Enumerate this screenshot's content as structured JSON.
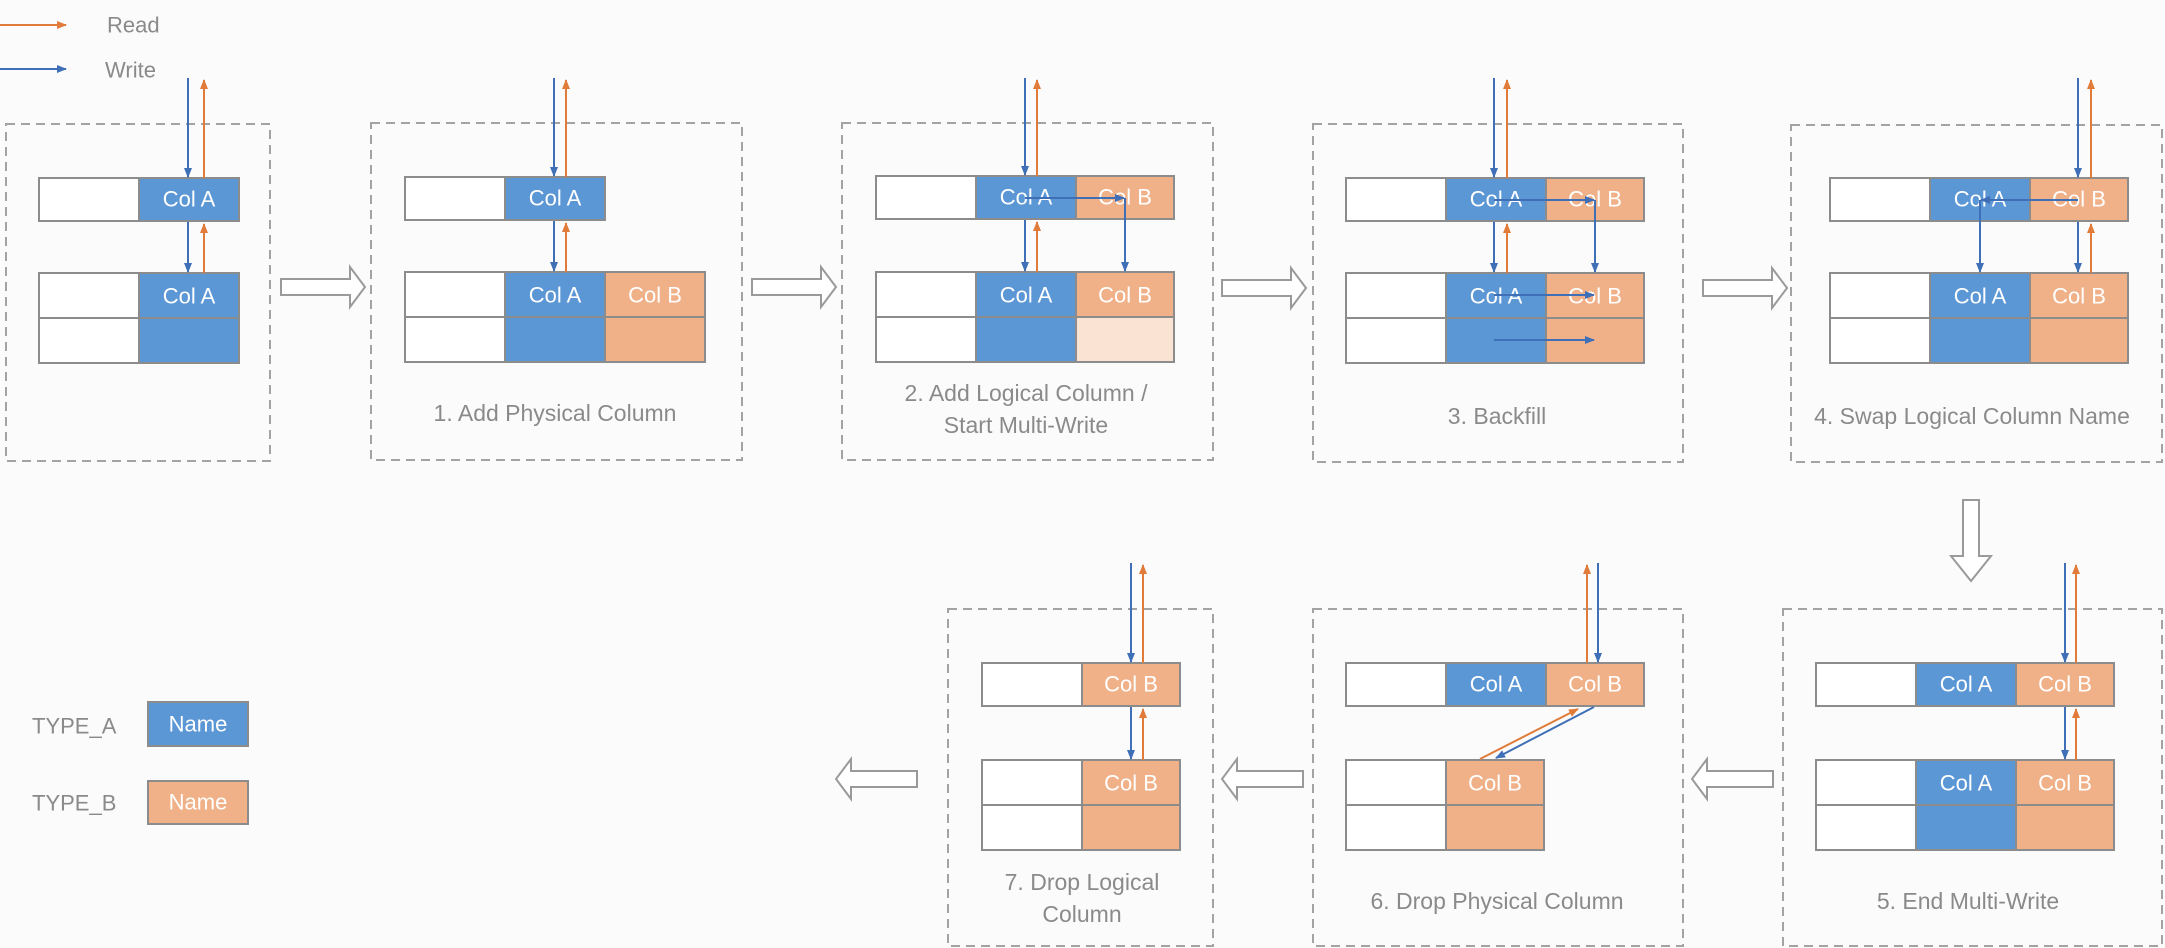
{
  "legend": {
    "read_label": "Read",
    "write_label": "Write",
    "type_a_label": "TYPE_A",
    "type_b_label": "TYPE_B",
    "name_label": "Name"
  },
  "colors": {
    "type_a": "#5b96d5",
    "type_b": "#f0b188",
    "read_arrow": "#e07b39",
    "write_arrow": "#3f6fb6",
    "border": "#a3a3a3",
    "caption": "#8a8a8a"
  },
  "columns": {
    "col_a": "Col A",
    "col_b": "Col B"
  },
  "steps": [
    {
      "id": "initial",
      "caption": []
    },
    {
      "id": "step1",
      "caption": [
        "1. Add Physical Column"
      ]
    },
    {
      "id": "step2",
      "caption": [
        "2. Add Logical Column /",
        "Start Multi-Write"
      ]
    },
    {
      "id": "step3",
      "caption": [
        "3. Backfill"
      ]
    },
    {
      "id": "step4",
      "caption": [
        "4. Swap Logical Column Name"
      ]
    },
    {
      "id": "step5",
      "caption": [
        "5. End Multi-Write"
      ]
    },
    {
      "id": "step6",
      "caption": [
        "6. Drop Physical Column"
      ]
    },
    {
      "id": "step7",
      "caption": [
        "7. Drop Logical",
        "Column"
      ]
    }
  ]
}
